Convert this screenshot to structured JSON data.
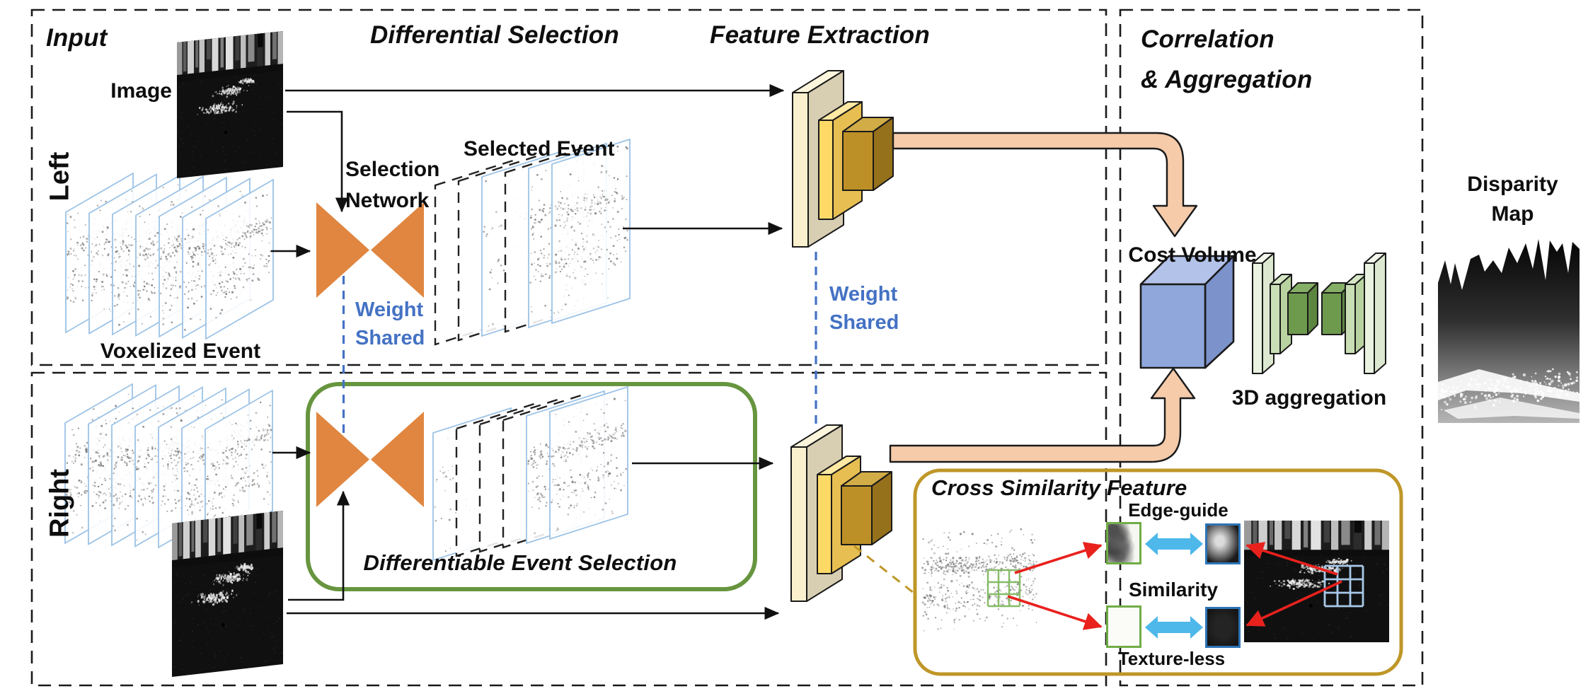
{
  "diagram": {
    "sections": {
      "input": {
        "title": "Input"
      },
      "differential_selection": {
        "title": "Differential Selection"
      },
      "feature_extraction": {
        "title": "Feature Extraction"
      },
      "correlation_aggregation": {
        "title": "Correlation\n& Aggregation"
      },
      "cross_similarity": {
        "title": "Cross Similarity Feature"
      },
      "differentiable_event_selection": {
        "title": "Differentiable Event Selection"
      }
    },
    "labels": {
      "image": "Image",
      "voxelized_event": "Voxelized Event",
      "left": "Left",
      "right": "Right",
      "selection_network": "Selection\nNetwork",
      "selected_event": "Selected Event",
      "weight_shared": "Weight\nShared",
      "cost_volume": "Cost Volume",
      "aggregation_3d": "3D aggregation",
      "disparity_map": "Disparity\nMap",
      "edge_guide": "Edge-guide",
      "similarity": "Similarity",
      "texture_less": "Texture-less"
    },
    "colors": {
      "orange": "#E08640",
      "salmon": "#F5CBAA",
      "blue_text": "#4472C4",
      "plane_blue": "#9DC3E6",
      "green_border": "#67953F",
      "gold_border": "#BF9728",
      "cv_front": "#8FA7DB",
      "cv_top": "#B3C2E9",
      "cv_side": "#7B92CB",
      "agg_light": "#EAF2E1",
      "agg_mid": "#C9DEB5",
      "agg_dark": "#6E9A4E",
      "fe_cream": "#FBF0CE",
      "fe_cream_side": "#D8CEB2",
      "fe_yellow": "#FFD966",
      "fe_yellow_side": "#E7BE51",
      "fe_gold": "#BD9027",
      "fe_gold_side": "#96711B",
      "cyan_arrow": "#4EB8EA",
      "red_arrow": "#E8211D"
    }
  }
}
